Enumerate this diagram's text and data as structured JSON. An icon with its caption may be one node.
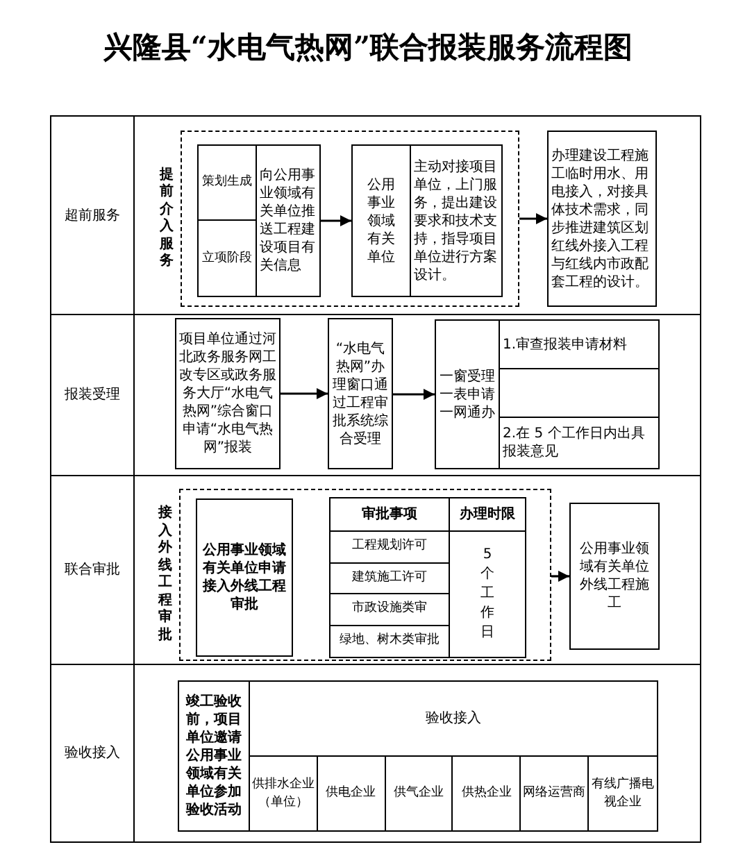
{
  "diagram": {
    "title": "兴隆县“水电气热网”联合报装服务流程图",
    "nodes": [
      {
        "text": [
          "超前服务"
        ]
      },
      {
        "text": [
          "提前介入服务"
        ],
        "in": 0
      },
      {
        "text": [
          "策划生成",
          "立项阶段",
          "向公用事业领域有关单位推送工程建设项目有关信息"
        ],
        "in": 1
      },
      {
        "text": [
          "公用事业领域有关单位",
          "主动对接项目单位，上门服务，提出建设要求和技术支持，指导项目单位进行方案设计。"
        ],
        "in": 1
      },
      {
        "text": [
          "办理建设工程施工临时用水、用电接入，对接具体技术需求，同步推进建筑区划红线外接入工程与红线内市政配套工程的设计。"
        ],
        "in": 0
      },
      {
        "text": [
          "报装受理"
        ]
      },
      {
        "text": [
          "项目单位通过河北政务服务网工改专区或政务服务大厅“水电气热网”综合窗口申请“水电气热网”报装"
        ],
        "in": 5
      },
      {
        "text": [
          "“水电气热网”办理窗口通过工程审批系统综合受理"
        ],
        "in": 5
      },
      {
        "text": [
          "一窗受理",
          "一表申请",
          "一网通办",
          "1.审查报装申请材料",
          "2.在 5 个工作日内出具报装意见"
        ],
        "in": 5
      },
      {
        "text": [
          "联合审批"
        ]
      },
      {
        "text": [
          "接入外线工程审批"
        ],
        "in": 9
      },
      {
        "text": [
          "公用事业领域有关单位申请接入外线工程审批"
        ],
        "in": 10
      },
      {
        "text": [
          "审批事项",
          "办理时限",
          "工程规划许可",
          "建筑施工许可",
          "市政设施类审",
          "绿地、树木类审批",
          "5个工作日"
        ],
        "in": 10
      },
      {
        "text": [
          "公用事业领域有关单位外线工程施工"
        ],
        "in": 9
      },
      {
        "text": [
          "验收接入"
        ]
      },
      {
        "text": [
          "竣工验收前，项目单位邀请公用事业领域有关单位参加验收活动",
          "验收接入",
          "供排水企业（单位）",
          "供电企业",
          "供气企业",
          "供热企业",
          "网络运营商",
          "有线广播电视企业"
        ],
        "in": 14
      }
    ],
    "edges": [
      {
        "from": 2,
        "to": 3,
        "arrow": "to"
      },
      {
        "from": 1,
        "to": 4,
        "arrow": "to"
      },
      {
        "from": 6,
        "to": 7,
        "arrow": "to"
      },
      {
        "from": 7,
        "to": 8,
        "arrow": "to"
      },
      {
        "from": 10,
        "to": 13,
        "arrow": "to"
      }
    ]
  }
}
